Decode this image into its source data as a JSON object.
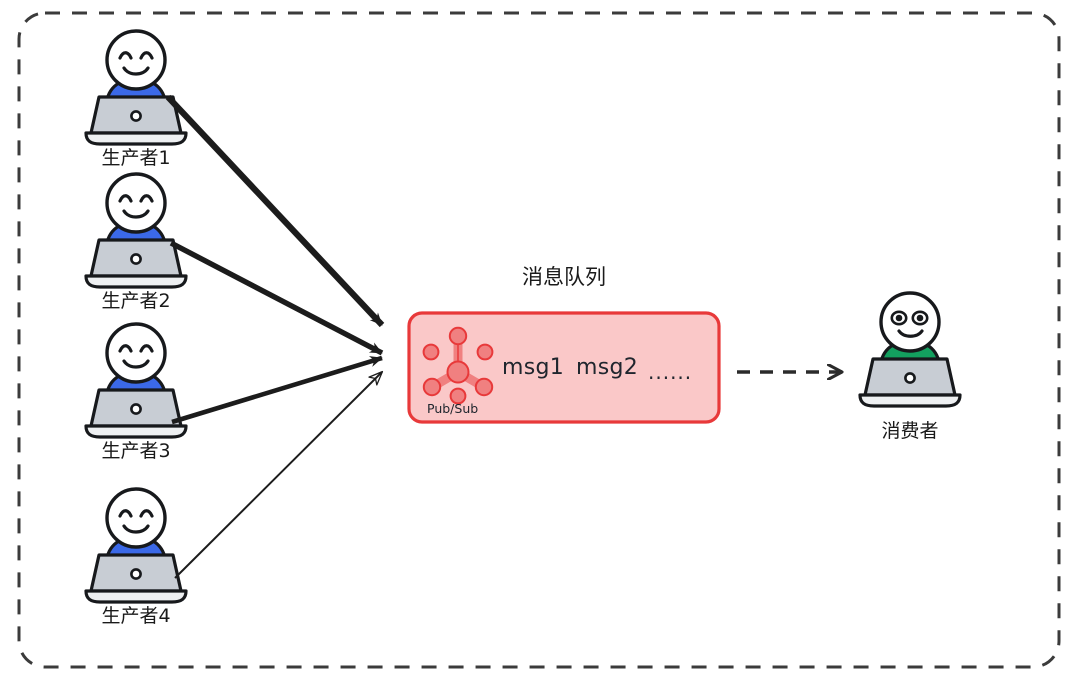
{
  "diagram": {
    "type": "message-queue-pubsub",
    "background": "#ffffff",
    "frame": {
      "style": "dashed-rounded-rectangle",
      "color": "#3b3b3b"
    },
    "colors": {
      "producer_shirt": "#3b69e8",
      "consumer_shirt": "#13a05f",
      "laptop_body": "#c8cdd4",
      "laptop_base": "#e9ecef",
      "outline": "#17191c",
      "queue_fill": "#fac8c8",
      "queue_border": "#e8393a",
      "pubsub_icon": "#f08080",
      "pubsub_icon_stroke": "#e8393a",
      "arrow": "#1c1c1c"
    }
  },
  "producers": [
    {
      "id": "producer-1",
      "label": "生产者1",
      "shirt": "#3b69e8",
      "arrow": "thick"
    },
    {
      "id": "producer-2",
      "label": "生产者2",
      "shirt": "#3b69e8",
      "arrow": "thick"
    },
    {
      "id": "producer-3",
      "label": "生产者3",
      "shirt": "#3b69e8",
      "arrow": "thick"
    },
    {
      "id": "producer-4",
      "label": "生产者4",
      "shirt": "#3b69e8",
      "arrow": "thin-outline"
    }
  ],
  "queue": {
    "title": "消息队列",
    "icon_label": "Pub/Sub",
    "messages": [
      "msg1",
      "msg2"
    ],
    "ellipsis": "......"
  },
  "consumer": {
    "id": "consumer-1",
    "label": "消费者",
    "shirt": "#13a05f"
  },
  "delivery_arrow": {
    "style": "dashed",
    "from": "queue",
    "to": "consumer"
  }
}
